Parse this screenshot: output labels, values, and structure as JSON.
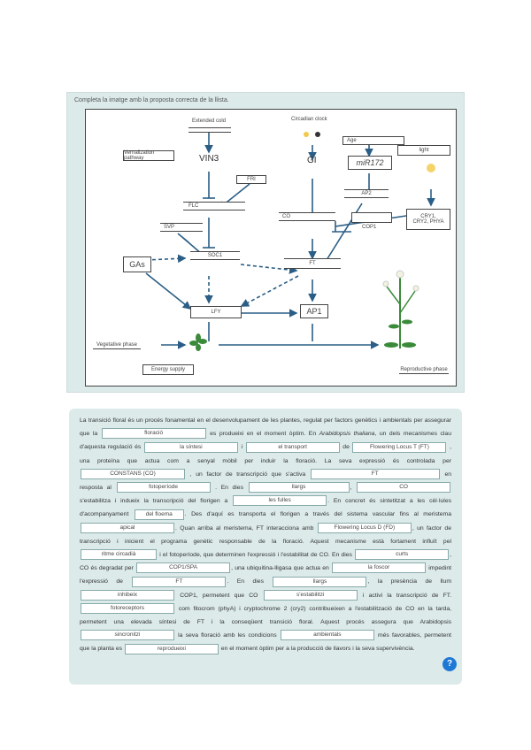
{
  "instruction": "Completa la imatge amb la proposta correcta de la llista.",
  "diagram": {
    "extended_cold": "Extended cold",
    "circadian_clock": "Circadian clock",
    "vernalization_pathway": "Vernalization pathway",
    "age": "Age",
    "light": "light",
    "vin3": "VIN3",
    "gi": "GI",
    "mir172": "miR172",
    "flc_top": "FRI",
    "flc": "FLC",
    "ap2": "AP2",
    "cry": "CRY1,\nCRY2, PHYA",
    "co": "CO",
    "cop1": "COP1",
    "svp": "SVP",
    "soc1": "SOC1",
    "gas": "GAs",
    "ft": "FT",
    "lfy": "LFY",
    "ap1": "AP1",
    "vegetative_phase": "Vegetative phase",
    "reproductive_phase": "Reproductive phase",
    "energy_supply": "Energy supply"
  },
  "text": {
    "p1": "La transició floral és un procés fonamental en el desenvolupament de les plantes, regulat per factors genètics i ambientals per assegurar que la",
    "s1": "floració",
    "p2": "es produeixi en el moment òptim. En",
    "p2i": "Arabidopsis thaliana",
    "p3": ", un dels mecanismes clau d'aquesta regulació és",
    "s2": "la síntesi",
    "p4": "i",
    "s3": "el transport",
    "p5": "de",
    "s4": "Flowering Locus T (FT)",
    "p6": ", una proteïna que actua com a senyal mòbil per induir la floració. La seva expressió és controlada per",
    "s5": "CONSTANS (CO)",
    "p7": ", un factor de transcripció que s'activa",
    "s6": "FT",
    "p8": "en resposta al",
    "s7": "fotoperíode",
    "p9": ". En dies",
    "s8": "llargs",
    "p10": ",",
    "s9": "CO",
    "p11": "s'estabilitza i indueix la transcripció del florigen a",
    "s10": "les fulles",
    "p12": ". En concret és sintetitzat a les cèl·lules d'acompanyament",
    "s11": "del floema",
    "p13": ". Des d'aquí es transporta el florigen a través del sistema vascular fins al meristema",
    "s12": "apical",
    "p14": ". Quan arriba al meristema, FT interacciona amb",
    "s13": "Flowering Locus D (FD)",
    "p15": ", un factor de transcripció i inicient el programa genètic responsable de la floració. Aquest mecanisme està fortament influït pel",
    "s14": "ritme circadià",
    "p16": "i el fotoperíode, que determinen l'expressió i l'estabilitat de CO. En dies",
    "s15": "curts",
    "p17": ", CO és degradat per",
    "s16": "COP1/SPA",
    "p18": ", una ubiquitina-lligasa que actua en",
    "s17": "la foscor",
    "p19": "impedint l'expressió de",
    "s18": "FT",
    "p20": ". En dies",
    "s19": "llargs",
    "p21": ", la presència de llum",
    "s20": "inhibeix",
    "p22": "COP1, permetent que CO",
    "s21": "s'estabilitzi",
    "p23": "i activi la transcripció de FT.",
    "s22": "fotoreceptors",
    "p24": "com fitocrom (phyA) i cryptochrome 2 (cry2) contribueixen a l'estabilització de CO en la tarda, permetent una elevada síntesi de FT i la conseqüent transició floral. Aquest procés assegura que Arabidopsis",
    "s23": "sincronitzi",
    "p25": "la seva floració amb les condicions",
    "s24": "ambientals",
    "p26": "més favorables, permetent que la planta es",
    "s25": "reprodueixi",
    "p27": "en el moment òptim per a la producció de llavors i la seva supervivència."
  },
  "help_label": "?"
}
